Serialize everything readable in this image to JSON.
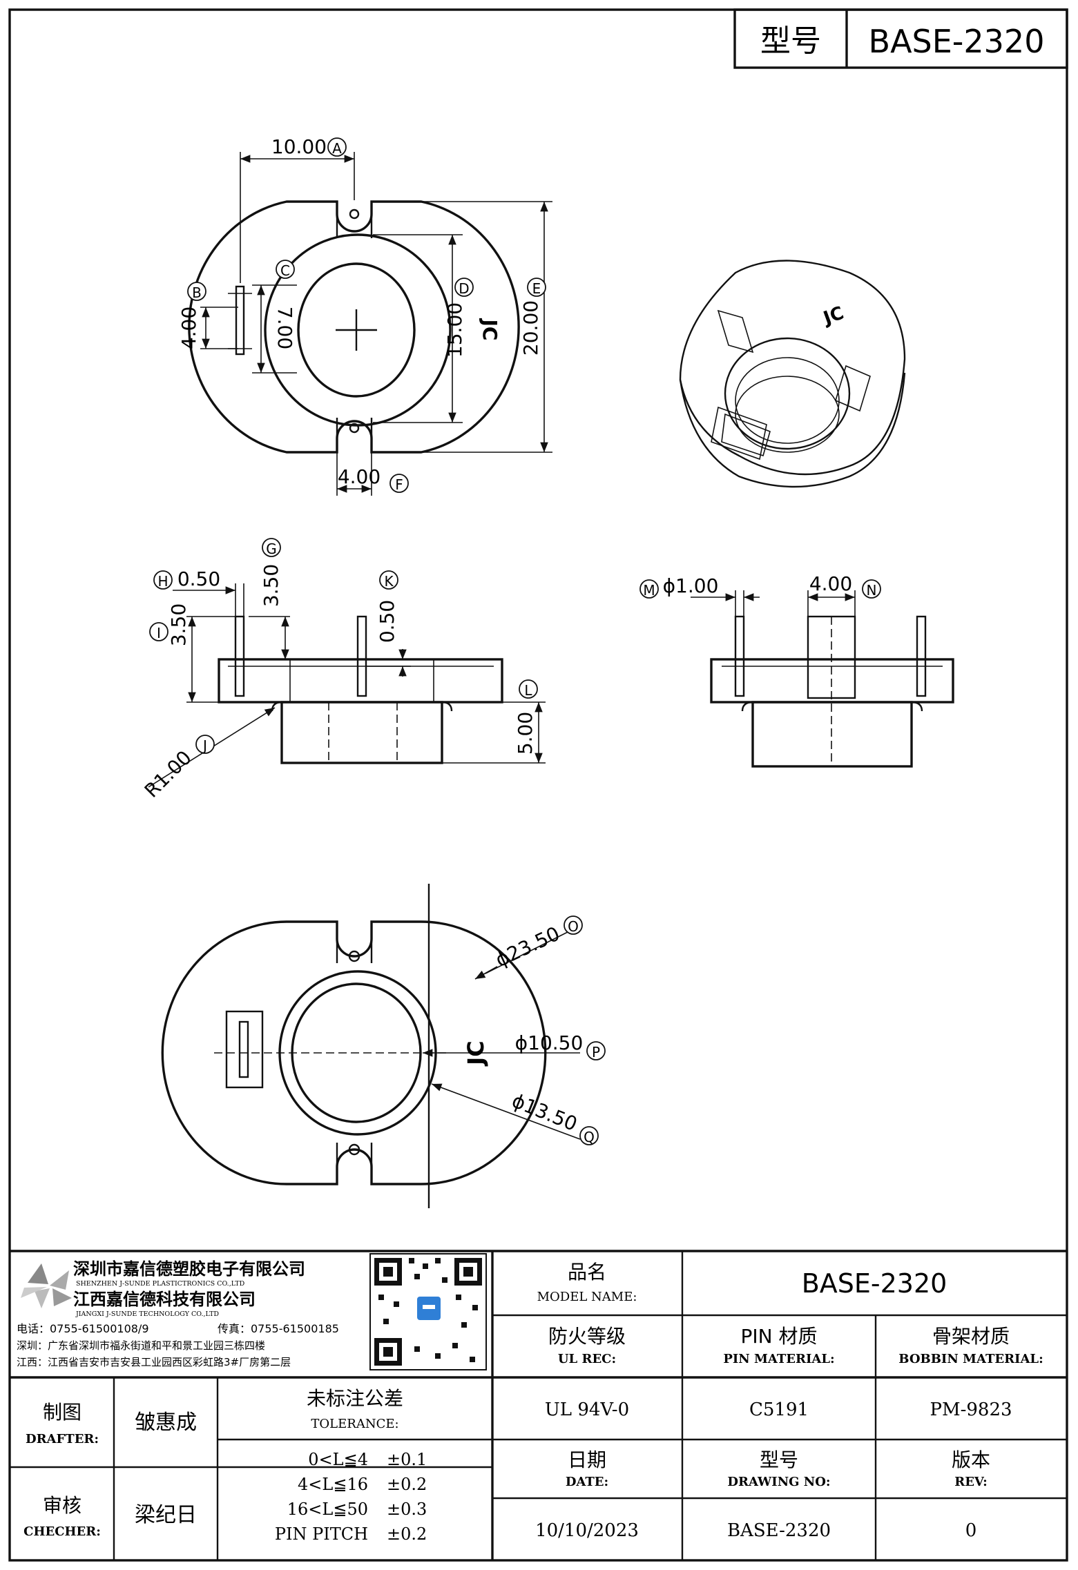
{
  "header": {
    "model_label": "型号",
    "model_value": "BASE-2320"
  },
  "dimensions": {
    "A": {
      "value": "10.00",
      "tag": "A"
    },
    "B": {
      "value": "4.00",
      "tag": "B"
    },
    "C": {
      "value": "7.00",
      "tag": "C"
    },
    "D": {
      "value": "15.00",
      "tag": "D"
    },
    "E": {
      "value": "20.00",
      "tag": "E"
    },
    "F": {
      "value": "4.00",
      "tag": "F"
    },
    "G": {
      "value": "3.50",
      "tag": "G"
    },
    "H": {
      "value": "0.50",
      "tag": "H"
    },
    "I": {
      "value": "3.50",
      "tag": "I"
    },
    "J": {
      "value": "R1.00",
      "tag": "J"
    },
    "K": {
      "value": "0.50",
      "tag": "K"
    },
    "L": {
      "value": "5.00",
      "tag": "L"
    },
    "M": {
      "value": "ϕ1.00",
      "tag": "M"
    },
    "N": {
      "value": "4.00",
      "tag": "N"
    },
    "O": {
      "value": "ϕ23.50",
      "tag": "O"
    },
    "P": {
      "value": "ϕ10.50",
      "tag": "P"
    },
    "Q": {
      "value": "ϕ13.50",
      "tag": "Q"
    }
  },
  "marks": {
    "jc": "JC"
  },
  "company": {
    "name_sz": "深圳市嘉信德塑胶电子有限公司",
    "name_sz_en": "SHENZHEN J-SUNDE PLASTICTRONICS CO.,LTD",
    "name_jx": "江西嘉信德科技有限公司",
    "name_jx_en": "JIANGXI J-SUNDE TECHNOLOGY CO.,LTD",
    "phone": "电话：0755-61500108/9",
    "fax": "传真：0755-61500185",
    "addr_sz": "深圳：广东省深圳市福永街道和平和景工业园三栋四楼",
    "addr_jx": "江西：江西省吉安市吉安县工业园西区彩虹路3#厂房第二层"
  },
  "title_block": {
    "model_name_cn": "品名",
    "model_name_en": "MODEL NAME:",
    "model_name_value": "BASE-2320",
    "ul_cn": "防火等级",
    "ul_en": "UL REC:",
    "ul_value": "UL 94V-0",
    "pin_cn": "PIN 材质",
    "pin_en": "PIN MATERIAL:",
    "pin_value": "C5191",
    "bobbin_cn": "骨架材质",
    "bobbin_en": "BOBBIN MATERIAL:",
    "bobbin_value": "PM-9823",
    "drafter_cn": "制图",
    "drafter_en": "DRAFTER:",
    "drafter_value": "皱惠成",
    "checker_cn": "审核",
    "checker_en": "CHECHER:",
    "checker_value": "梁纪日",
    "tolerance_cn": "未标注公差",
    "tolerance_en": "TOLERANCE:",
    "tolerances": [
      {
        "range": "0<L≦4",
        "tol": "±0.1"
      },
      {
        "range": "4<L≦16",
        "tol": "±0.2"
      },
      {
        "range": "16<L≦50",
        "tol": "±0.3"
      },
      {
        "range": "PIN PITCH",
        "tol": "±0.2"
      }
    ],
    "date_cn": "日期",
    "date_en": "DATE:",
    "date_value": "10/10/2023",
    "drawing_cn": "型号",
    "drawing_en": "DRAWING NO:",
    "drawing_value": "BASE-2320",
    "rev_cn": "版本",
    "rev_en": "REV:",
    "rev_value": "0"
  }
}
